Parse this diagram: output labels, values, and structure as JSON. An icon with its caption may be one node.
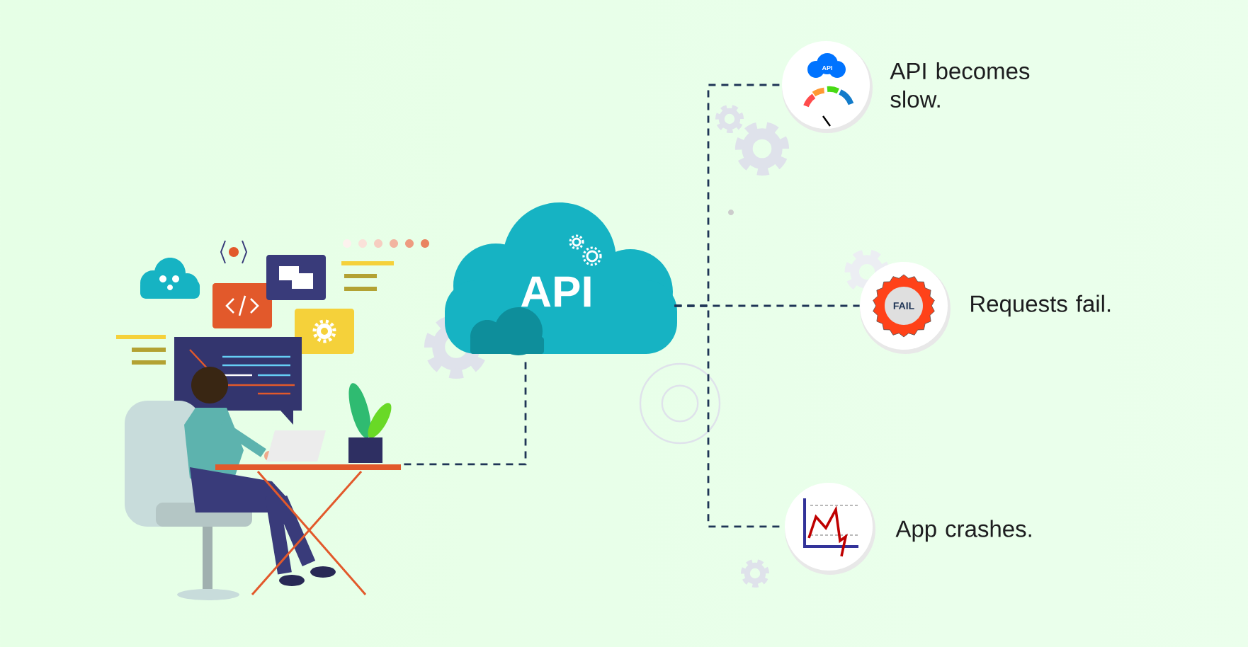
{
  "diagram": {
    "nodes": [
      {
        "text": [],
        "shape": "picture"
      },
      {
        "text": [
          "API"
        ]
      },
      {
        "text": [
          "API"
        ],
        "beside": [
          "API becomes slow."
        ]
      },
      {
        "text": [
          "FAIL"
        ],
        "beside": [
          "Requests fail."
        ]
      },
      {
        "text": [],
        "shape": "picture",
        "beside": [
          "App crashes."
        ]
      }
    ],
    "edges": [
      {
        "from": 0,
        "to": 1,
        "arrow": "none",
        "style": "dashed"
      },
      {
        "from": 1,
        "to": 2,
        "arrow": "none",
        "style": "dashed"
      },
      {
        "from": 1,
        "to": 3,
        "arrow": "none",
        "style": "dashed"
      },
      {
        "from": 1,
        "to": 4,
        "arrow": "none",
        "style": "dashed"
      }
    ]
  }
}
